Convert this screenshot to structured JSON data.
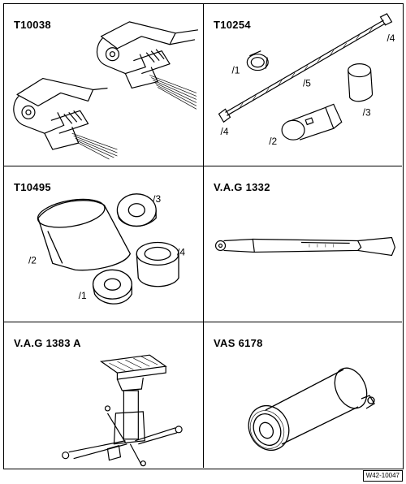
{
  "panels": [
    {
      "code": "T10038",
      "parts": []
    },
    {
      "code": "T10254",
      "parts": [
        "/1",
        "/2",
        "/3",
        "/4",
        "/4",
        "/5"
      ]
    },
    {
      "code": "T10495",
      "parts": [
        "/1",
        "/2",
        "/3",
        "/4"
      ]
    },
    {
      "code": "V.A.G 1332",
      "parts": []
    },
    {
      "code": "V.A.G 1383 A",
      "parts": []
    },
    {
      "code": "VAS 6178",
      "parts": []
    }
  ],
  "figure_ref": "W42-10047"
}
